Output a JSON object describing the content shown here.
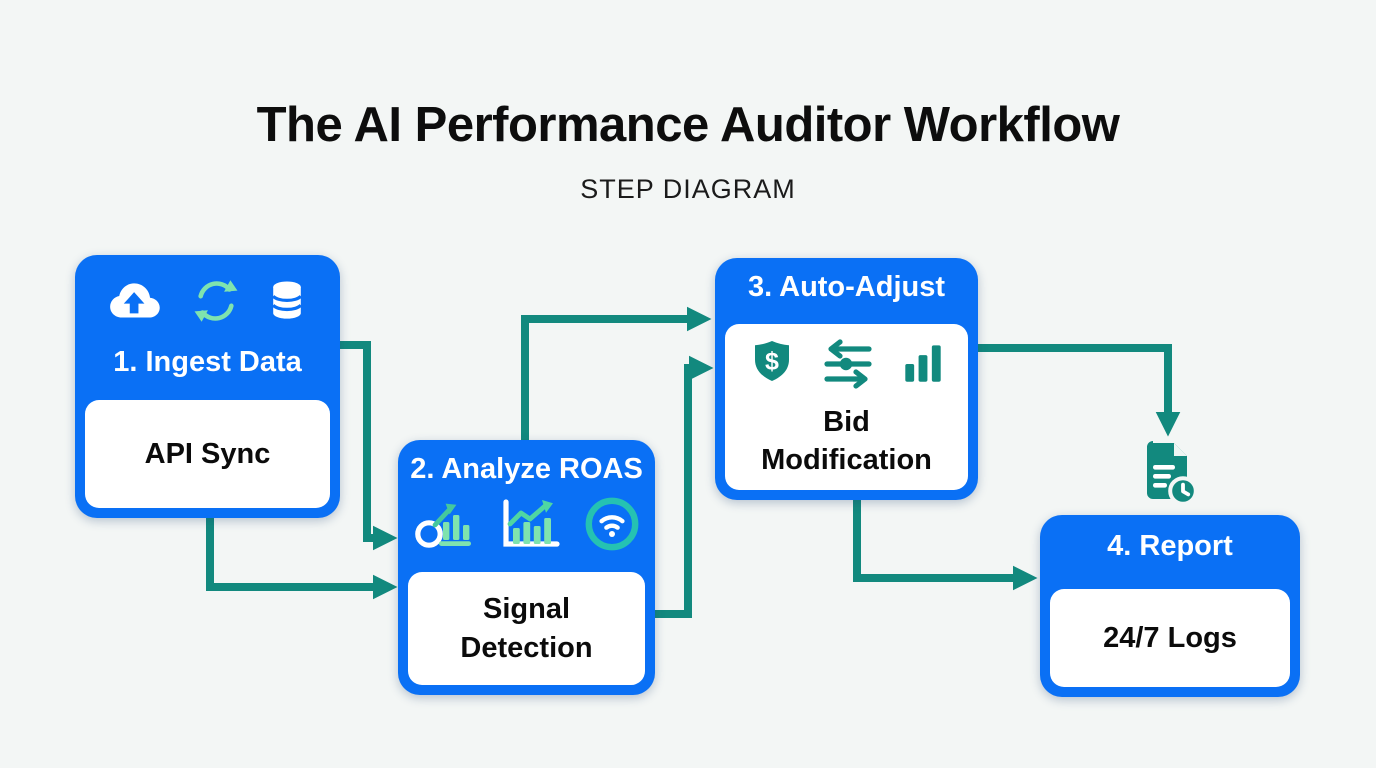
{
  "page": {
    "title": "The AI Performance Auditor Workflow",
    "subtitle": "STEP DIAGRAM"
  },
  "colors": {
    "box_blue": "#0a70f5",
    "arrow_teal": "#12897e",
    "icon_mint": "#7fe3ae",
    "wifi_ring_teal": "#25c2b2",
    "panel_white": "#ffffff",
    "background": "#f3f6f5",
    "text_dark": "#0b0b0b",
    "text_white": "#ffffff"
  },
  "steps": [
    {
      "label": "1. Ingest Data",
      "sublabel": "API Sync",
      "icons": [
        "cloud-upload",
        "sync-arrows",
        "database"
      ]
    },
    {
      "label": "2. Analyze ROAS",
      "sublabel": "Signal Detection",
      "icons": [
        "chart-magnifier",
        "trend-chart",
        "wifi-signal"
      ]
    },
    {
      "label": "3. Auto-Adjust",
      "sublabel": "Bid Modification",
      "icons": [
        "shield-dollar",
        "bid-sliders",
        "bar-chart"
      ]
    },
    {
      "label": "4. Report",
      "sublabel": "24/7 Logs",
      "icons": []
    }
  ],
  "floating_icon": "report-document-clock",
  "connections": [
    {
      "from": "1. Ingest Data",
      "to": "2. Analyze ROAS"
    },
    {
      "from": "1. Ingest Data",
      "to": "2. Analyze ROAS"
    },
    {
      "from": "2. Analyze ROAS",
      "to": "3. Auto-Adjust"
    },
    {
      "from": "2. Analyze ROAS",
      "to": "3. Auto-Adjust"
    },
    {
      "from": "3. Auto-Adjust",
      "to": "report-document-clock"
    },
    {
      "from": "3. Auto-Adjust",
      "to": "4. Report"
    }
  ]
}
